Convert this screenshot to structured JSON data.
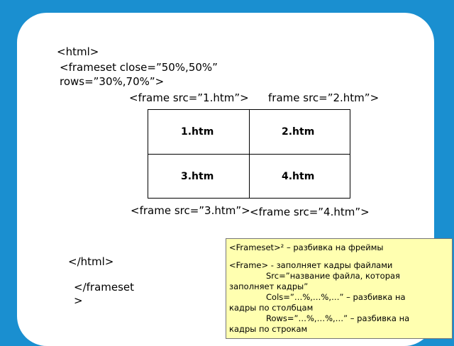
{
  "code": {
    "html_open": "<html>",
    "frameset_line1": "<frameset close=”50%,50%”",
    "frameset_line2": "rows=”30%,70%”>",
    "frame1": "<frame src=”1.htm”>",
    "frame2": "frame src=”2.htm”>",
    "frame3": "<frame src=”3.htm”>",
    "frame4": "<frame src=”4.htm”>",
    "html_close": "</html>",
    "frameset_close_line1": "</frameset",
    "frameset_close_line2": ">"
  },
  "grid": {
    "cells": [
      "1.htm",
      "2.htm",
      "3.htm",
      "4.htm"
    ]
  },
  "note": {
    "line1": "<Frameset>² – разбивка на фреймы",
    "line2": "<Frame> - заполняет кадры файлами",
    "line3": "Src=”название файла, которая",
    "line4": "заполняет кадры”",
    "line5": "Cols=”…%,…%,…” – разбивка на",
    "line6": "кадры по столбцам",
    "line7": "Rows=”…%,…%,…” – разбивка на",
    "line8": "кадры по строкам"
  }
}
